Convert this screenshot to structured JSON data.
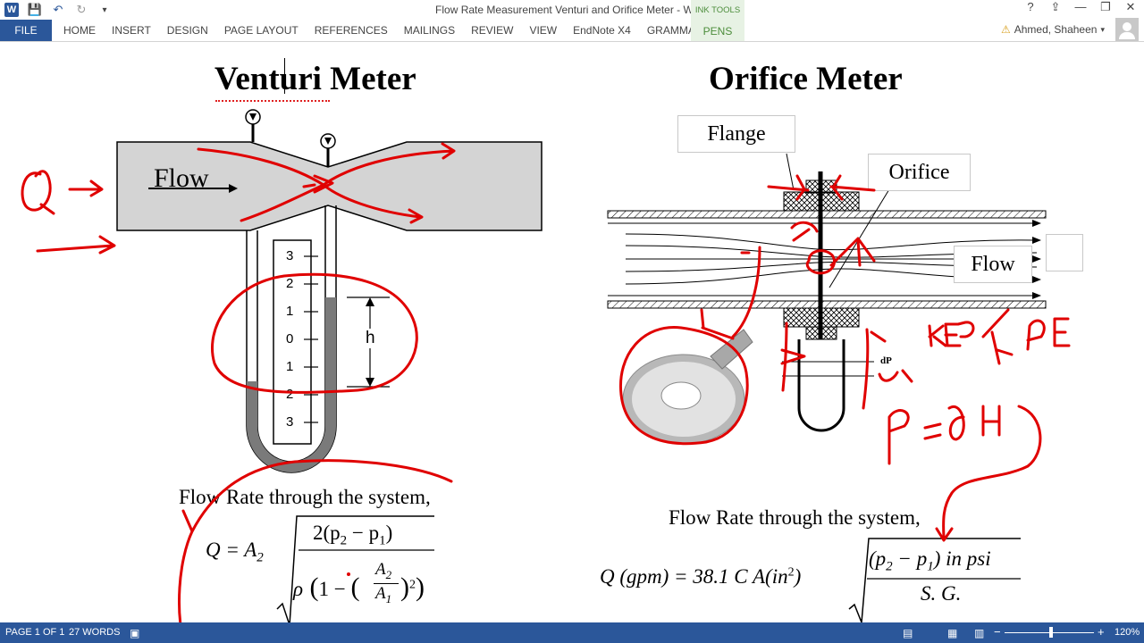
{
  "window": {
    "title": "Flow Rate Measurement Venturi and Orifice Meter - Word",
    "controls": [
      "?",
      "⇪",
      "—",
      "❐",
      "✕"
    ]
  },
  "qat": {
    "app_icon": "W",
    "save": "💾",
    "undo": "↶",
    "redo": "↻",
    "more": "▾"
  },
  "ribbon": {
    "file": "FILE",
    "tabs": [
      "HOME",
      "INSERT",
      "DESIGN",
      "PAGE LAYOUT",
      "REFERENCES",
      "MAILINGS",
      "REVIEW",
      "VIEW",
      "EndNote X4",
      "GRAMMARLY"
    ],
    "ink_tools_label": "INK TOOLS",
    "pens": "PENS",
    "user": "Ahmed, Shaheen",
    "user_caret": "▾"
  },
  "document": {
    "venturi_title": "Venturi Meter",
    "orifice_title": "Orifice Meter",
    "flow_label": "Flow",
    "scale": [
      "3",
      "2",
      "1",
      "0",
      "1",
      "2",
      "3"
    ],
    "h_label": "h",
    "flange": "Flange",
    "orifice": "Orifice",
    "flow_right": "Flow",
    "dp": "dP",
    "venturi_caption": "Flow Rate through the system,",
    "orifice_caption": "Flow Rate through the system,",
    "venturi_formula": {
      "lhs": "Q = A",
      "sub2": "2",
      "num": "2(p",
      "num_sub2": "2",
      "minus": " − p",
      "num_sub1": "1",
      "num_close": ")",
      "rho": "ρ",
      "one_minus": "1 − ",
      "frac_top": "A",
      "frac_top_sub": "2",
      "frac_bot": "A",
      "frac_bot_sub": "1",
      "sq": "2"
    },
    "orifice_formula": {
      "lhs": "Q (gpm) = 38.1 C A(in",
      "sup": "2",
      "close": ")",
      "num": "(p",
      "ns2": "2",
      "nmid": " − p",
      "ns1": "1",
      "nend": ") in psi",
      "den": "S. G."
    }
  },
  "status": {
    "page": "PAGE 1 OF 1",
    "words": "27 WORDS",
    "zoom": "120%",
    "minus": "−",
    "plus": "+"
  },
  "colors": {
    "accent": "#2b579a",
    "ink": "#e00000",
    "diagram_gray": "#d4d4d4"
  }
}
